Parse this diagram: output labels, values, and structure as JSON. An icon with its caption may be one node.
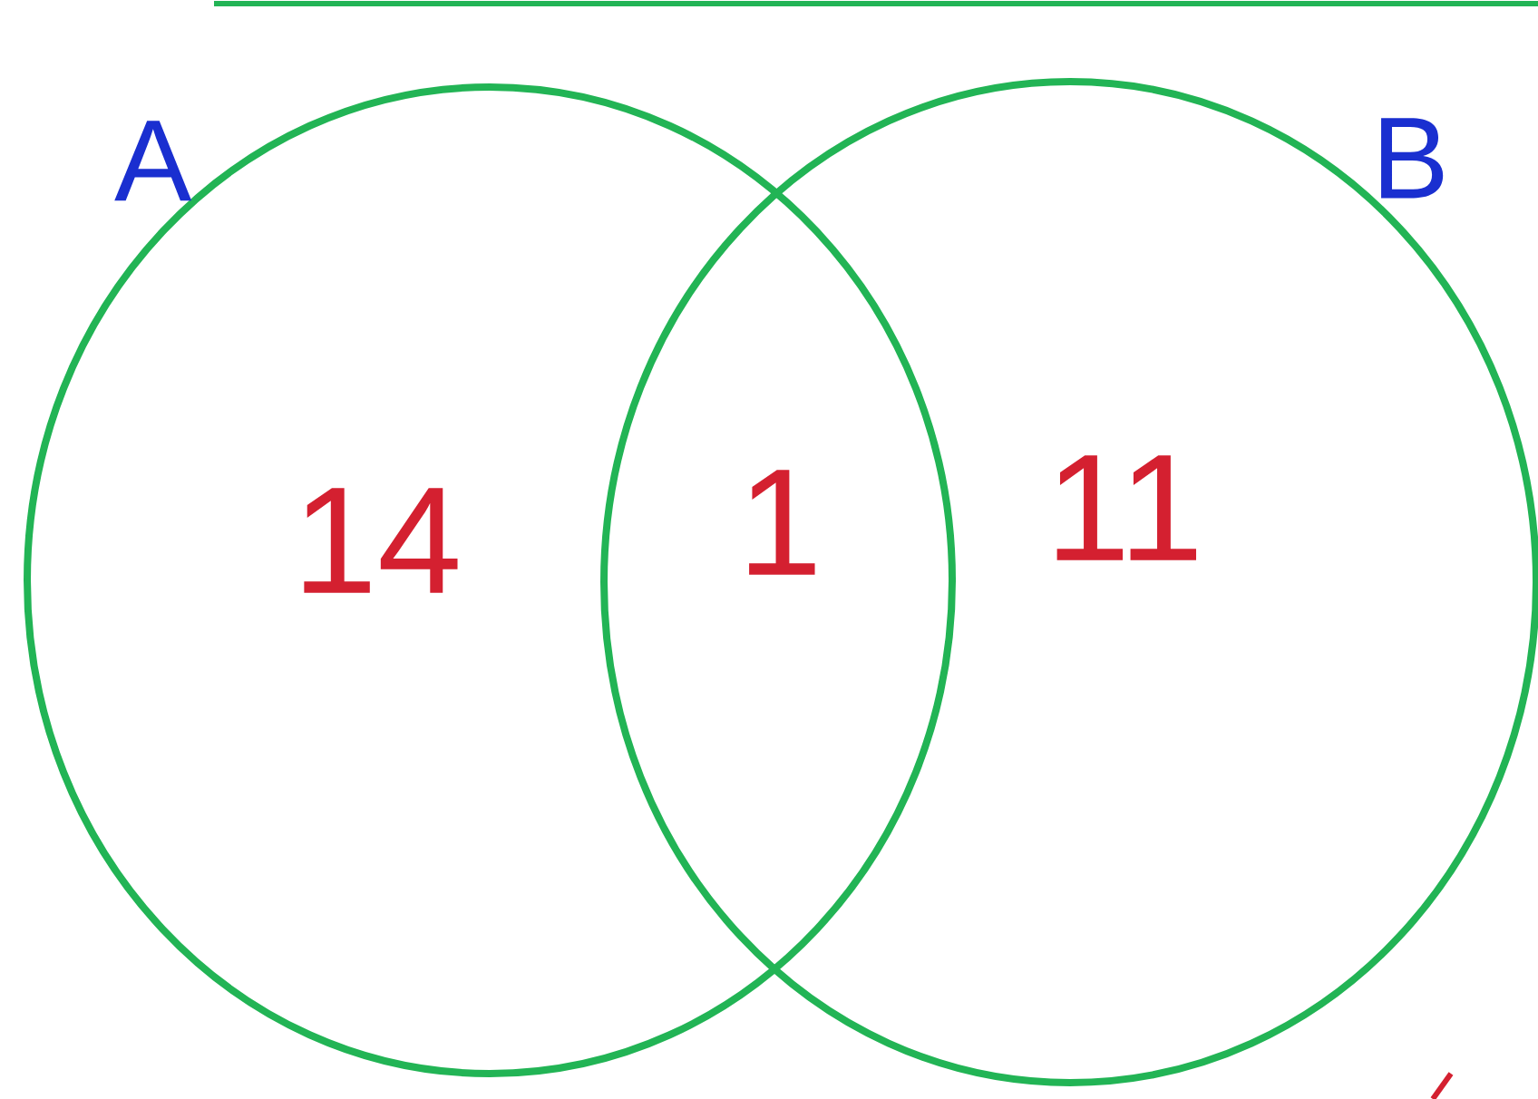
{
  "diagram": {
    "nodes": [
      {
        "text": [
          "A"
        ]
      },
      {
        "text": [
          "B"
        ]
      }
    ],
    "labels": [
      "14",
      "1",
      "11"
    ]
  }
}
